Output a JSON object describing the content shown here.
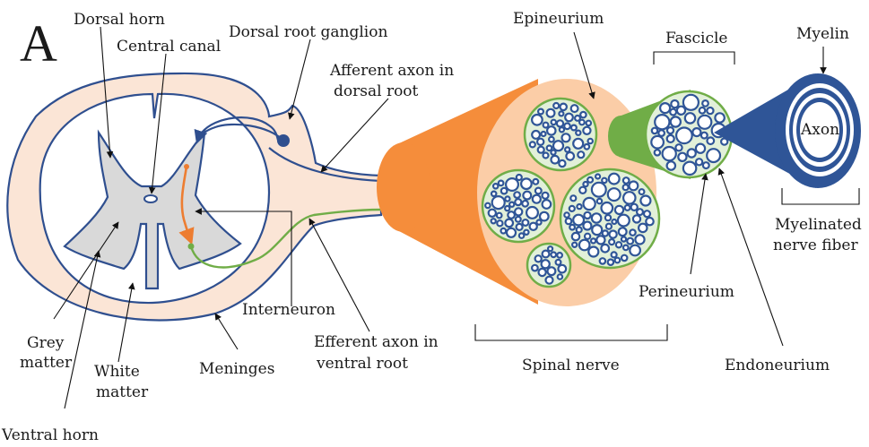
{
  "panel_letter": "A",
  "labels": {
    "dorsal_horn": "Dorsal horn",
    "central_canal": "Central canal",
    "dorsal_root_ganglion": "Dorsal root ganglion",
    "afferent_1": "Afferent axon in",
    "afferent_2": "dorsal root",
    "interneuron": "Interneuron",
    "efferent_1": "Efferent axon in",
    "efferent_2": "ventral root",
    "grey_1": "Grey",
    "grey_2": "matter",
    "white_1": "White",
    "white_2": "matter",
    "meninges": "Meninges",
    "ventral_horn": "Ventral horn",
    "epineurium": "Epineurium",
    "fascicle": "Fascicle",
    "myelin": "Myelin",
    "axon": "Axon",
    "myelinated_1": "Myelinated",
    "myelinated_2": "nerve fiber",
    "perineurium": "Perineurium",
    "spinal_nerve": "Spinal nerve",
    "endoneurium": "Endoneurium"
  },
  "colors": {
    "meninges_fill": "#fbe5d6",
    "outline_blue": "#2f4f8f",
    "grey_matter": "#d9d9d9",
    "nerve_orange": "#f58d3b",
    "nerve_peach": "#fbcda7",
    "fascicle_green": "#70ad47",
    "fascicle_fill": "#e2f0d9",
    "axon_blue": "#2f5597",
    "efferent_green": "#70ad47",
    "interneuron_orange": "#ed7d31"
  }
}
